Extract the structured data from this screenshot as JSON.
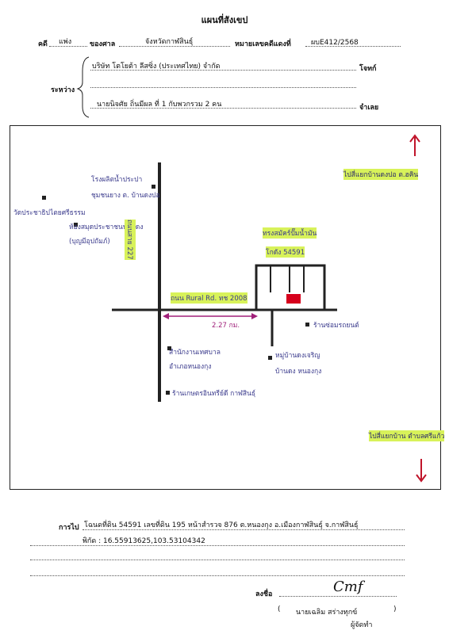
{
  "header": {
    "title": "แผนที่สังเขป",
    "case_label": "คดี",
    "case_type": "แพ่ง",
    "court_label": "ของศาล",
    "court_name": "จังหวัดกาฬสินธุ์",
    "case_no_label": "หมายเลขคดีแดงที่",
    "case_no": "ผบE412/2568"
  },
  "parties": {
    "between_label": "ระหว่าง",
    "plaintiff": "บริษัท โตโยต้า ลีสซิ่ง (ประเทศไทย) จำกัด",
    "plaintiff_role": "โจทก์",
    "defendant": "นายนิจศัย ถิ่นมีผล ที่ 1 กับพวกรวม 2 คน",
    "defendant_role": "จำเลย"
  },
  "map": {
    "north_note": "ไปสี่แยกบ้านดงปอ ต.ฮคิน",
    "south_note": "ไปสี่แยกบ้าน ตำบลศรีแก้ว",
    "labels": {
      "water_tank": "โรงผลิตน้ำประปา",
      "water_tank_2": "ชุมชนยาง ต. บ้านดงปอ",
      "temple": "วัดประชาธิปไตยศรีธรรม",
      "school": "ห้องสมุดประชาชนบ้านดง",
      "school_2": "(บุญมีอุปถัมภ์)",
      "road_vertical": "ถนนสาย 227",
      "road_horizontal": "ถนน Rural Rd. ทช 2008",
      "target_name": "ทรงสมัคร์ปั๊มน้ำมัน",
      "target_name_2": "โกดัง 54591",
      "distance": "2.27 กม.",
      "shop_east": "ร้านซ่อมรถยนต์",
      "hospital": "สำนักงานเทศบาล",
      "hospital_2": "อำเภอหนองกุง",
      "village": "หมู่บ้านดงเจริญ",
      "village_2": "บ้านดง หนองกุง",
      "store_south": "ร้านเกษตรอินทรีย์ดี กาฬสินธุ์"
    }
  },
  "footer": {
    "route_label": "การไป",
    "route_text": "โฉนดที่ดิน 54591 เลขที่ดิน 195 หน้าสำรวจ 876  ต.หนองกุง อ.เมืองกาฬสินธุ์ จ.กาฬสินธุ์",
    "coord_label": "พิกัด : 16.55913625,103.53104342",
    "sign_label": "ลงชื่อ",
    "signer_name": "นายเฉลิม สร่างทุกข์",
    "signer_role": "ผู้จัดทำ",
    "paren_open": "(",
    "paren_close": ")"
  },
  "colors": {
    "highlight": "#d8f25a",
    "arrow": "#c0142a",
    "target": "#d6001c",
    "distance": "#a0207a"
  }
}
